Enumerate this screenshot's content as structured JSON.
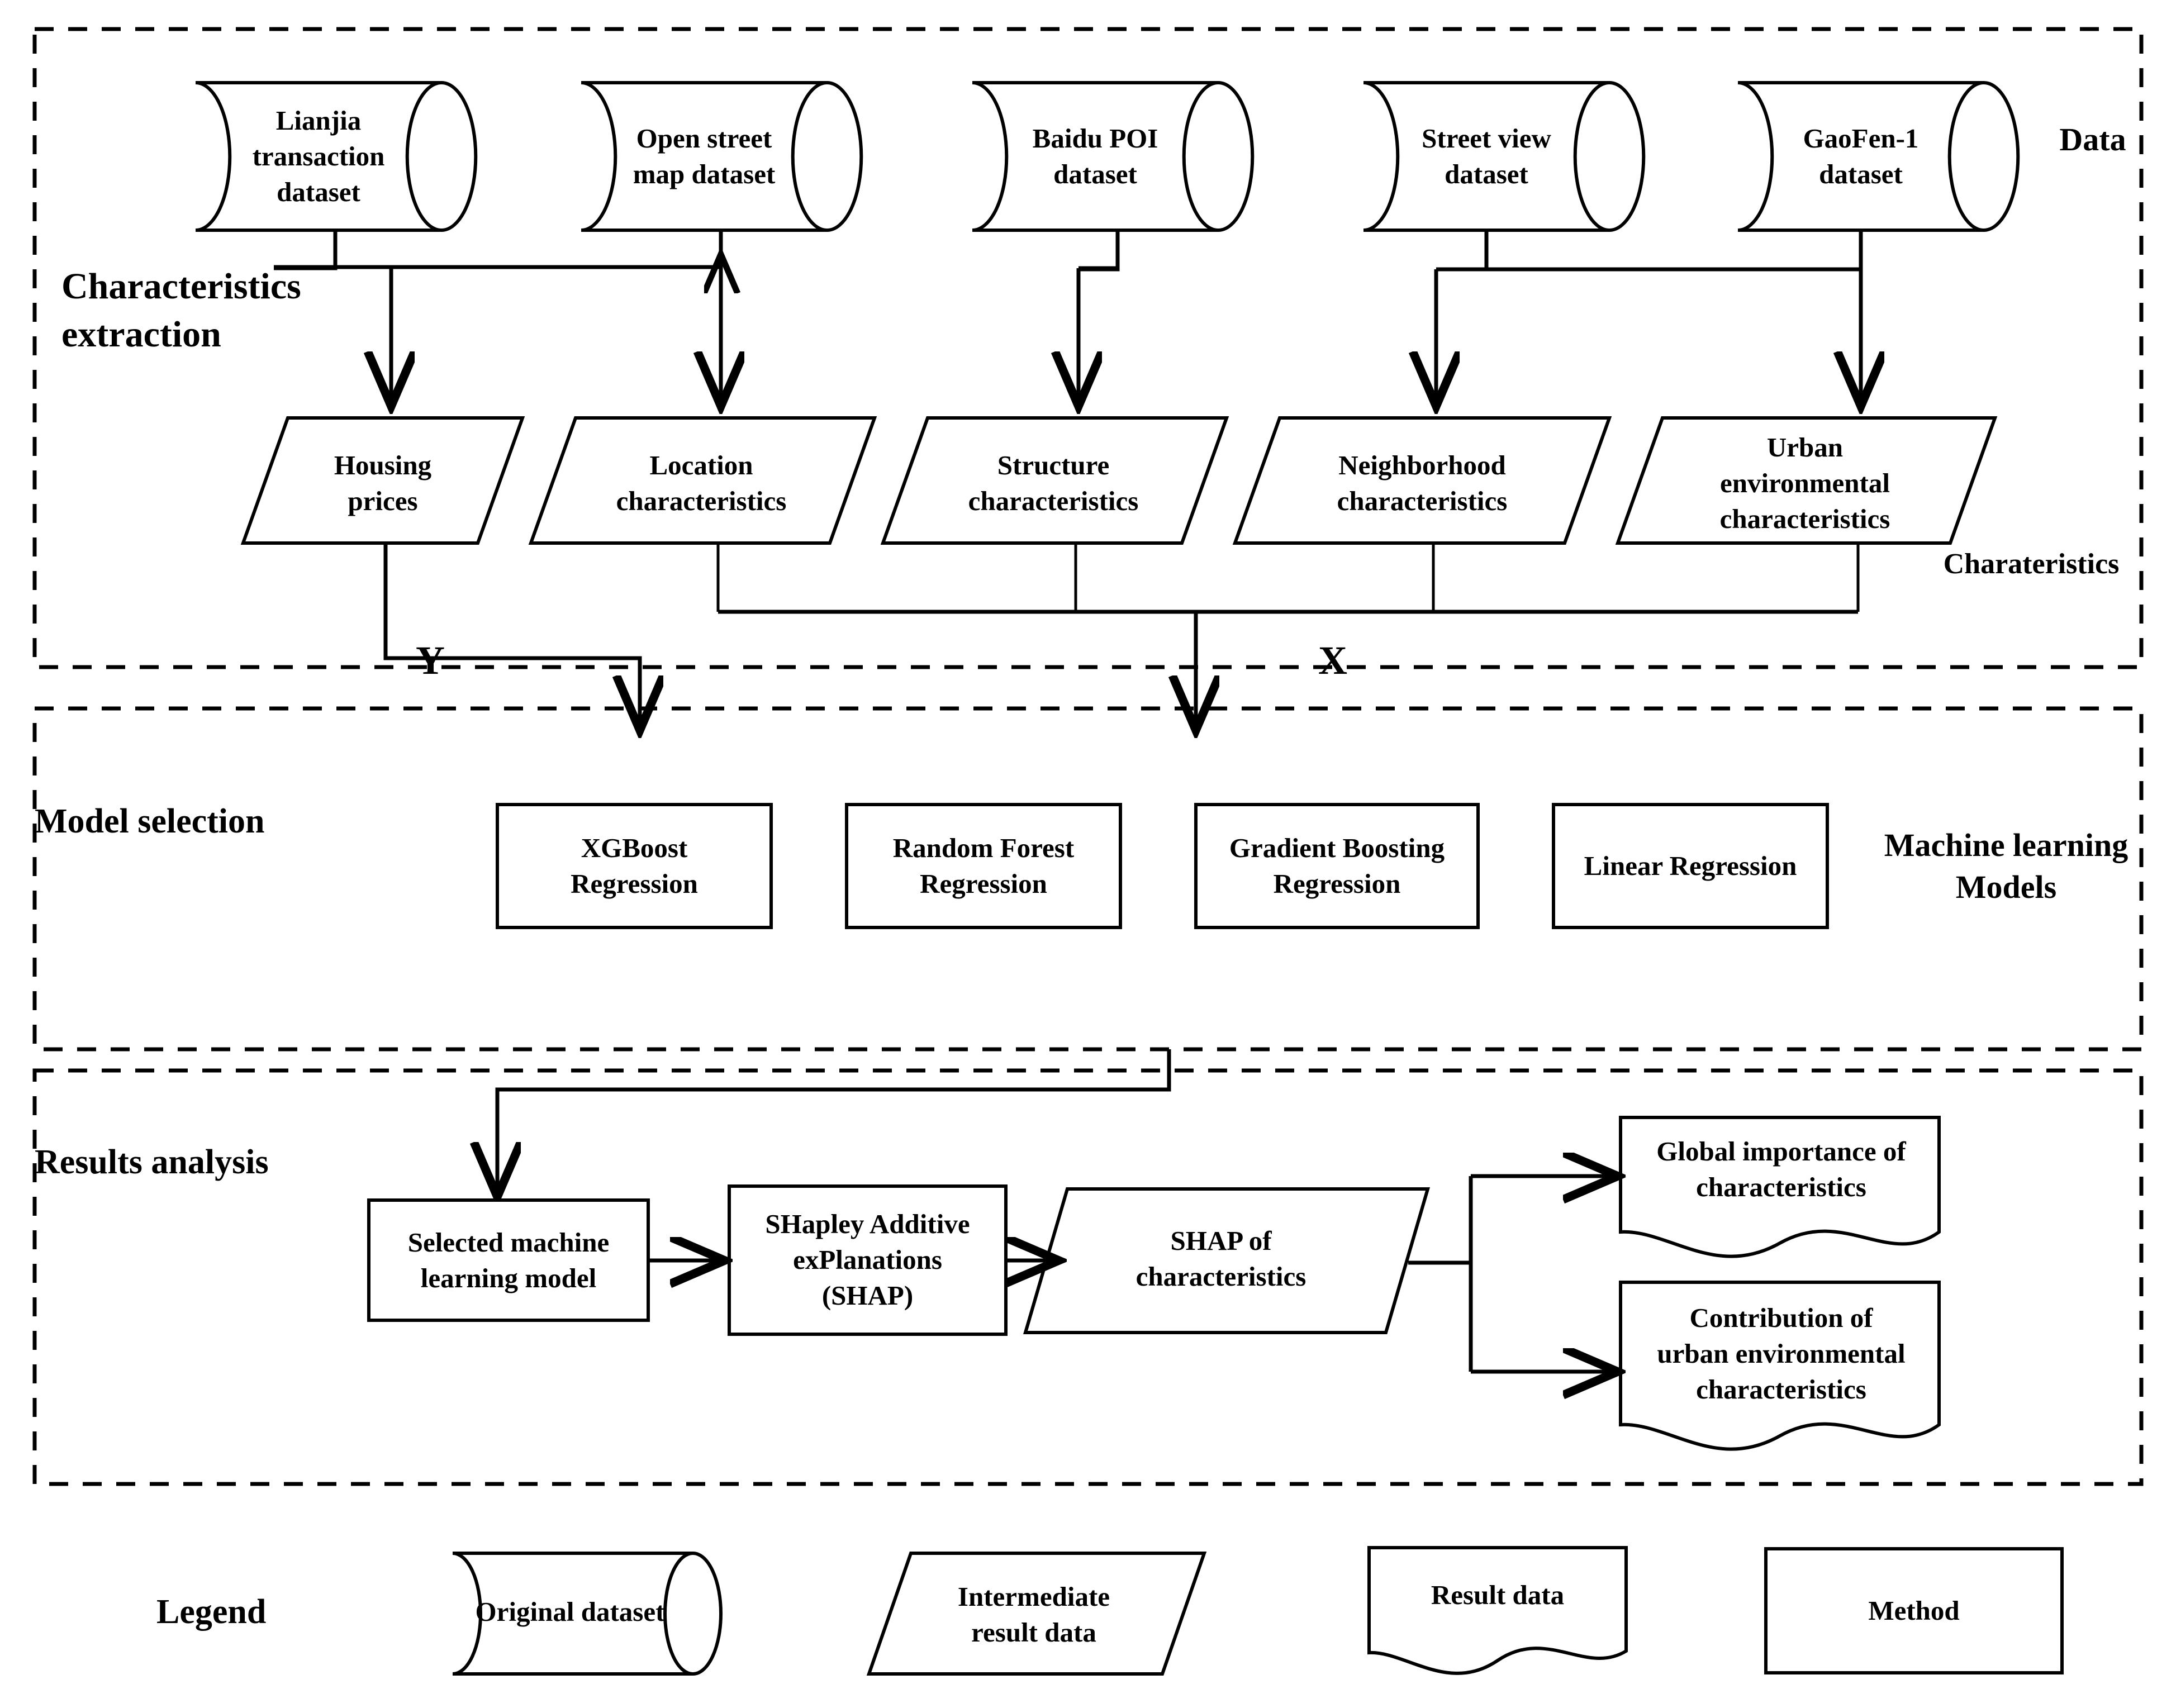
{
  "figure": {
    "title": "Research framework flowchart",
    "background": "#ffffff",
    "line_color": "#000000"
  },
  "sections": [
    {
      "id": "data-extraction",
      "label": "Characteristics\nextraction"
    },
    {
      "id": "model-selection",
      "label": "Model selection"
    },
    {
      "id": "results-analysis",
      "label": "Results analysis"
    },
    {
      "id": "legend",
      "label": "Legend"
    }
  ],
  "row_labels": {
    "data": "Data",
    "characteristics": "Charateristics",
    "models": "Machine learning\nModels"
  },
  "datasets": [
    {
      "id": "lianjia",
      "label": "Lianjia\ntransaction\ndataset"
    },
    {
      "id": "osm",
      "label": "Open street\nmap dataset"
    },
    {
      "id": "baidu-poi",
      "label": "Baidu POI\ndataset"
    },
    {
      "id": "street-view",
      "label": "Street view\ndataset"
    },
    {
      "id": "gaofen-1",
      "label": "GaoFen-1\ndataset"
    }
  ],
  "characteristics": [
    {
      "id": "housing-prices",
      "label": "Housing\nprices"
    },
    {
      "id": "location",
      "label": "Location\ncharacteristics"
    },
    {
      "id": "structure",
      "label": "Structure\ncharacteristics"
    },
    {
      "id": "neighborhood",
      "label": "Neighborhood\ncharacteristics"
    },
    {
      "id": "urban-environmental",
      "label": "Urban\nenvironmental\ncharacteristics"
    }
  ],
  "variable_labels": {
    "target": "Y",
    "features": "X"
  },
  "models": [
    {
      "id": "xgboost",
      "label": "XGBoost\nRegression"
    },
    {
      "id": "random-forest",
      "label": "Random Forest\nRegression"
    },
    {
      "id": "gradient-boosting",
      "label": "Gradient Boosting\nRegression"
    },
    {
      "id": "linear-regression",
      "label": "Linear Regression"
    }
  ],
  "results_flow": [
    {
      "id": "selected-model",
      "shape": "rect",
      "label": "Selected machine\nlearning model"
    },
    {
      "id": "shap-method",
      "shape": "rect",
      "label": "SHapley Additive\nexPlanations\n(SHAP)"
    },
    {
      "id": "shap-of-characteristics",
      "shape": "parallelogram",
      "label": "SHAP of\ncharacteristics"
    },
    {
      "id": "global-importance",
      "shape": "wave",
      "label": "Global importance of\ncharacteristics"
    },
    {
      "id": "contribution-urban",
      "shape": "wave",
      "label": "Contribution of\nurban environmental\ncharacteristics"
    }
  ],
  "legend_items": [
    {
      "id": "original-dataset",
      "shape": "cylinder",
      "label": "Original dataset"
    },
    {
      "id": "intermediate-result-data",
      "shape": "parallelogram",
      "label": "Intermediate\nresult data"
    },
    {
      "id": "result-data",
      "shape": "wave",
      "label": "Result data"
    },
    {
      "id": "method",
      "shape": "rect",
      "label": "Method"
    }
  ]
}
